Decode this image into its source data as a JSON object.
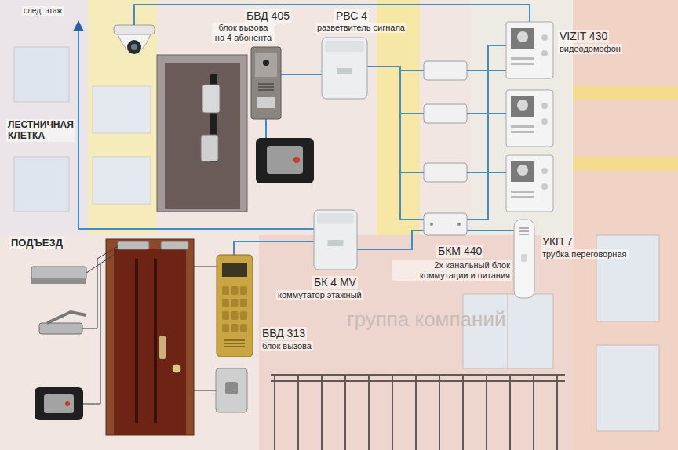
{
  "diagram": {
    "nodes": [
      {
        "text": [
          "БВД 405",
          "блок вызова на 4 абонента"
        ]
      },
      {
        "text": [
          "РВС 4",
          "разветвитель сигнала"
        ]
      },
      {
        "text": [
          "VIZIT 430",
          "видеодомофон"
        ]
      },
      {
        "text": [
          "БК 4 MV",
          "коммутатор этажный"
        ]
      },
      {
        "text": [
          "БКМ 440",
          "2х канальный блок коммутации и питания"
        ]
      },
      {
        "text": [
          "УКП 7",
          "трубка переговорная"
        ]
      },
      {
        "text": [
          "БВД 313",
          "блок вызова"
        ]
      }
    ],
    "edges": [
      {
        "from": 0,
        "to": 1,
        "arrow": "none"
      },
      {
        "from": 1,
        "to": 4,
        "arrow": "none"
      },
      {
        "from": 3,
        "to": 4,
        "arrow": "none"
      },
      {
        "from": 4,
        "to": 2,
        "arrow": "none"
      },
      {
        "from": 4,
        "to": 5,
        "arrow": "none"
      },
      {
        "from": 6,
        "to": 3,
        "arrow": "none"
      }
    ],
    "labels": [
      "след. этаж",
      "ЛЕСТНИЧНАЯ КЛЕТКА",
      "ПОДЪЕЗД",
      "группа компаний"
    ]
  }
}
